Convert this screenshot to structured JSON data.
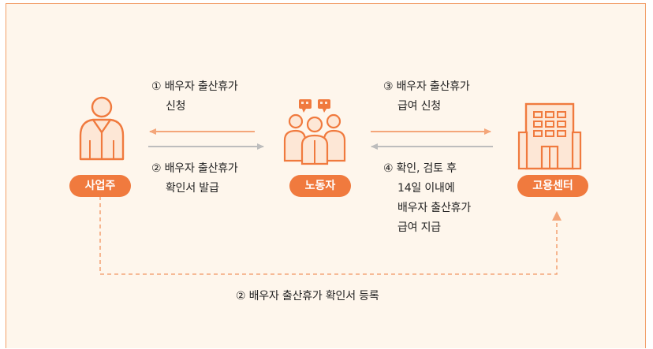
{
  "actors": {
    "employer": {
      "label": "사업주",
      "icon": "employer-person-icon"
    },
    "worker": {
      "label": "노동자",
      "icon": "workers-group-icon"
    },
    "center": {
      "label": "고용센터",
      "icon": "office-building-icon"
    }
  },
  "flows": {
    "step1": {
      "line1": "① 배우자 출산휴가",
      "line2": "신청"
    },
    "step2": {
      "line1": "② 배우자 출산휴가",
      "line2": "확인서 발급"
    },
    "step3": {
      "line1": "③ 배우자 출산휴가",
      "line2": "급여 신청"
    },
    "step4": {
      "line1": "④ 확인, 검토 후",
      "line2": "14일 이내에",
      "line3": "배우자 출산휴가",
      "line4": "급여 지급"
    },
    "register": {
      "label": "② 배우자 출산휴가 확인서 등록"
    }
  },
  "colors": {
    "accent": "#f07a3e",
    "arrow_orange": "#f4a67a",
    "arrow_gray": "#bdbdbd",
    "background": "#fef6ec",
    "border": "#f2a06a"
  }
}
